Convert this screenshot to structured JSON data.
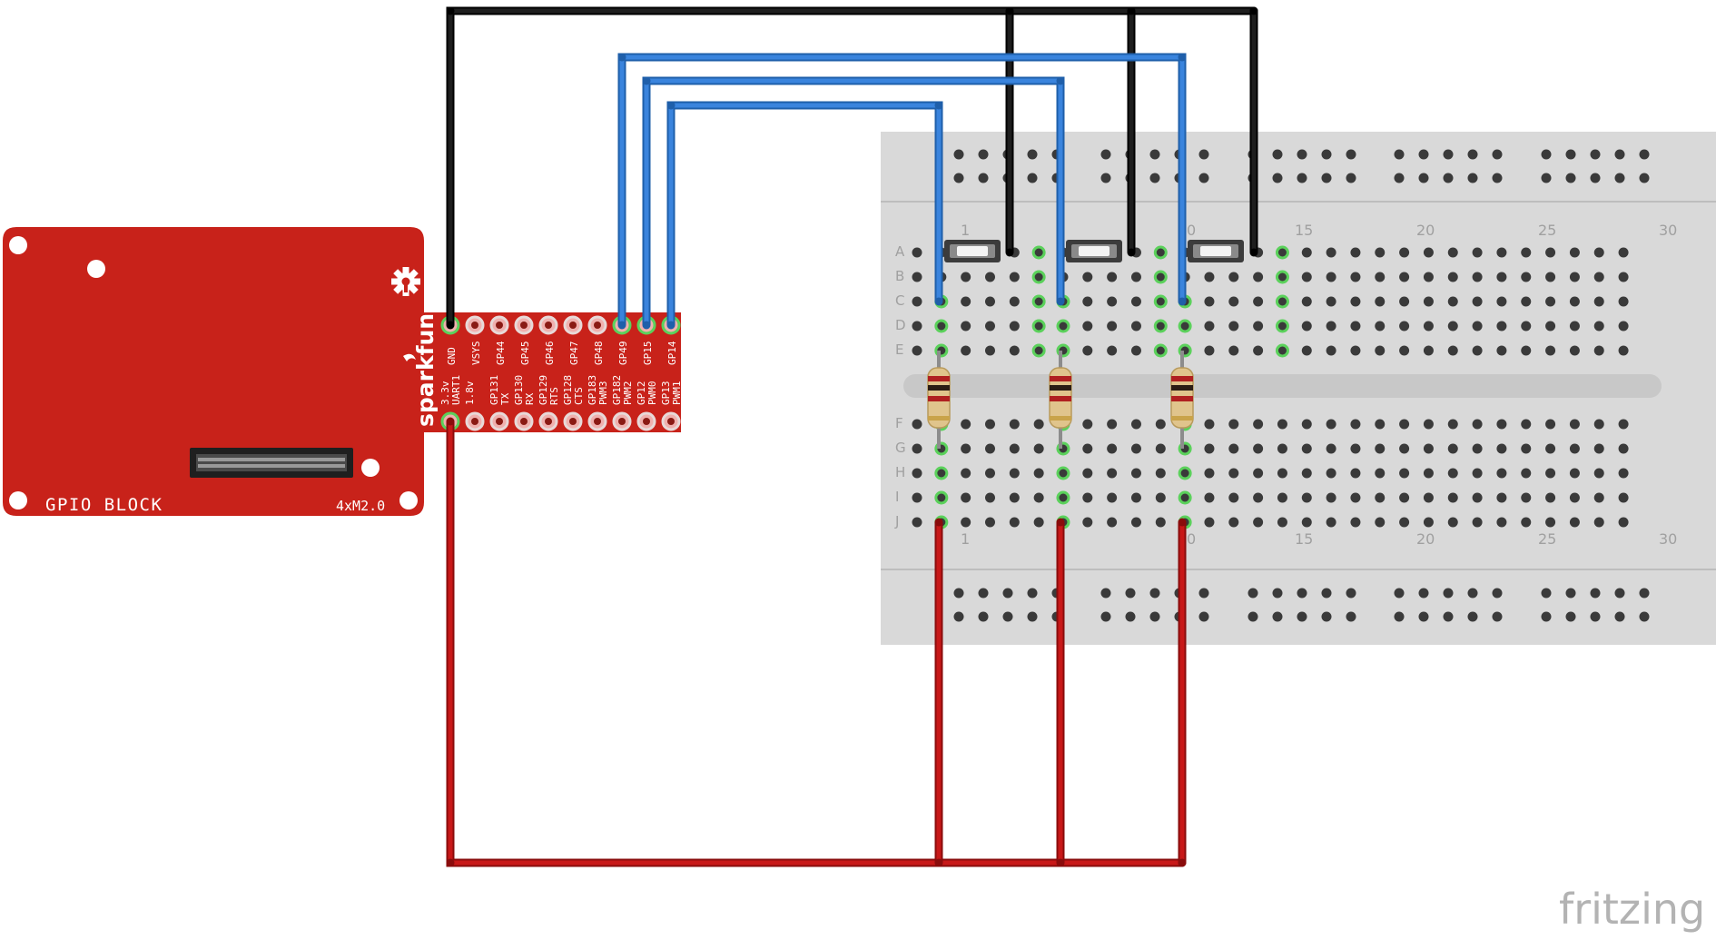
{
  "gpio_block": {
    "brand": "sparkfun",
    "title": "GPIO BLOCK",
    "version": "4xM2.0",
    "top_pins": [
      "GND",
      "VSYS",
      "GP44",
      "GP45",
      "GP46",
      "GP47",
      "GP48",
      "GP49",
      "GP15",
      "GP14"
    ],
    "bottom_pins": [
      "3.3v",
      "1.8v",
      "GP131",
      "GP130",
      "GP129",
      "GP128",
      "GP183",
      "GP182",
      "GP12",
      "GP13"
    ],
    "bottom_sublabels": [
      "UART1",
      "",
      "TX",
      "RX",
      "RTS",
      "CTS",
      "PWM3",
      "PWM2",
      "PWM0",
      "PWM1"
    ]
  },
  "breadboard": {
    "rows_top": [
      "A",
      "B",
      "C",
      "D",
      "E"
    ],
    "rows_bottom": [
      "F",
      "G",
      "H",
      "I",
      "J"
    ],
    "column_numbers": [
      "1",
      "15",
      "20",
      "25",
      "30"
    ],
    "column_number_fragment": "0"
  },
  "colors": {
    "board_red": "#c8221a",
    "wire_black": "#1e1e1e",
    "wire_blue": "#2f7bd6",
    "wire_red": "#c01414",
    "breadboard_bg": "#d9d9d9"
  },
  "watermark": "fritzing"
}
